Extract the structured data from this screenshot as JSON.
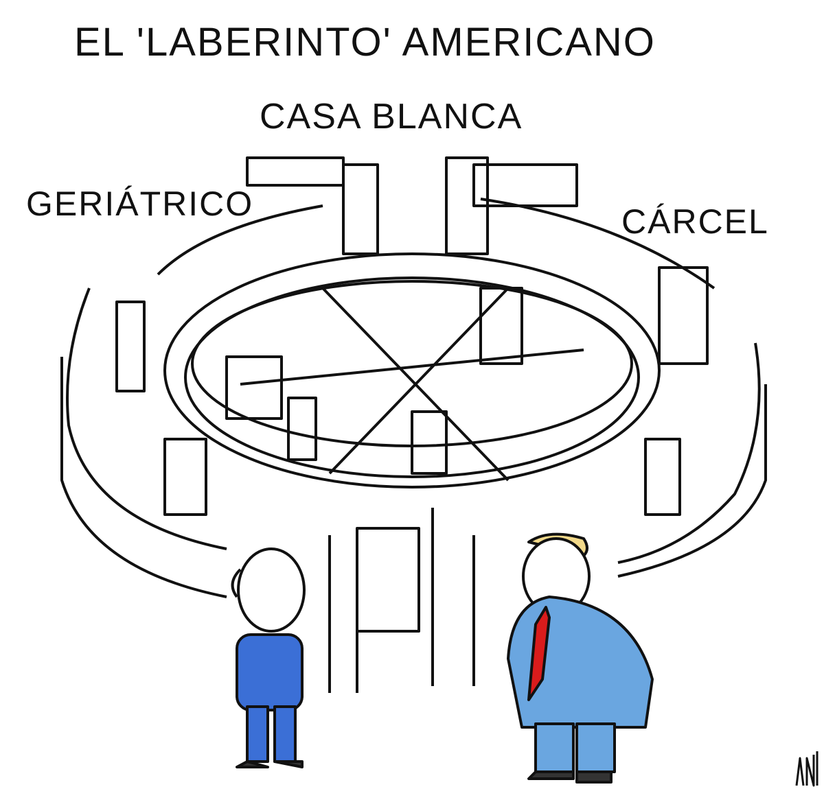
{
  "cartoon": {
    "title": "EL 'LABERINTO' AMERICANO",
    "labels": {
      "center_top": "CASA BLANCA",
      "left": "GERIÁTRICO",
      "right": "CÁRCEL"
    },
    "signature": "ANTÓN",
    "colors": {
      "suit_left": "#3b6fd6",
      "suit_right": "#6aa6e0",
      "tie": "#d91c1c",
      "hair_right": "#f2d98a",
      "ink": "#111111"
    }
  }
}
